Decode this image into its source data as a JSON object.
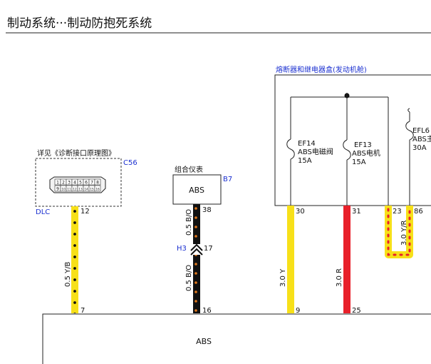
{
  "header": {
    "title": "制动系统···制动防抱死系统"
  },
  "dlc": {
    "caption": "详见《诊断接口原理图》",
    "connector_id": "C56",
    "label": "DLC",
    "pin": "12",
    "pin_rows": [
      [
        "1",
        "2",
        "3",
        "4",
        "5",
        "6",
        "7",
        "8"
      ],
      [
        "9",
        "10",
        "11",
        "12",
        "13",
        "14",
        "15",
        "16"
      ]
    ]
  },
  "cluster": {
    "caption": "组合仪表",
    "connector_id": "B7",
    "body": "ABS",
    "pin": "38"
  },
  "fusebox": {
    "caption": "熔断器和继电器盒(发动机舱)",
    "fuses": [
      {
        "name": "EF14",
        "desc": "ABS电磁阀",
        "rating": "15A"
      },
      {
        "name": "EF13",
        "desc": "ABS电机",
        "rating": "15A"
      },
      {
        "name": "EFL6",
        "desc": "ABS主",
        "rating": "30A"
      }
    ],
    "pins": [
      "30",
      "31",
      "23",
      "86"
    ]
  },
  "wires": {
    "dlc_wire": "0.5 Y/B",
    "cluster_wire_upper": "0.5 B/O",
    "cluster_wire_lower": "0.5 B/O",
    "fuse1_wire": "3.0 Y",
    "fuse2_wire": "3.0 R",
    "loop_wire": "3.0 Y/R"
  },
  "splice": {
    "id": "H3",
    "pin": "17"
  },
  "module": {
    "name": "ABS",
    "pins": [
      "7",
      "16",
      "9",
      "25"
    ]
  },
  "colors": {
    "yellow": "#f7e019",
    "red": "#e8202a",
    "black": "#111111",
    "orange_dot": "#e0781e",
    "blue_label": "#1a2fd0"
  }
}
